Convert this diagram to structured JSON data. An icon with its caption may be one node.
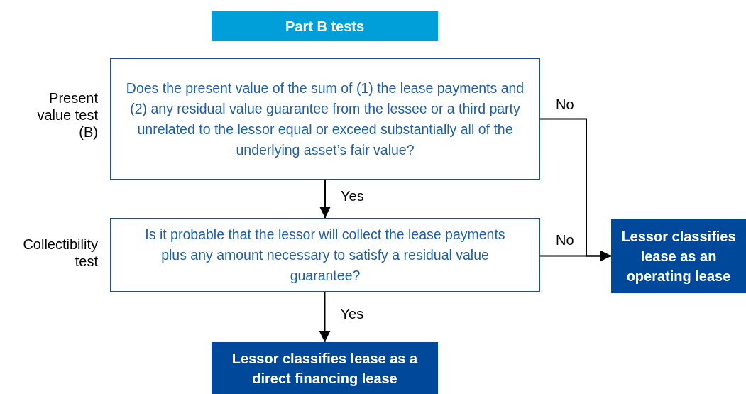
{
  "diagram": {
    "nodes": [
      {
        "text": [
          "Part B tests"
        ]
      },
      {
        "text": [
          "Does the present value of the sum of (1) the lease payments and (2) any residual value guarantee from the lessee or a third party unrelated to the lessor equal or exceed substantially all of the underlying asset’s fair value?"
        ],
        "beside": [
          "Present value test (B)"
        ]
      },
      {
        "text": [
          "Is it probable that the lessor will collect the lease payments plus any amount necessary to satisfy a residual value guarantee?"
        ],
        "beside": [
          "Collectibility test"
        ]
      },
      {
        "text": [
          "Lessor classifies lease as an operating lease"
        ]
      },
      {
        "text": [
          "Lessor classifies lease as a direct financing lease"
        ]
      }
    ],
    "edges": [
      {
        "from": 1,
        "to": 2,
        "arrow": "to",
        "label": "Yes"
      },
      {
        "from": 2,
        "to": 4,
        "arrow": "to",
        "label": "Yes"
      },
      {
        "from": 1,
        "to": 3,
        "arrow": "to",
        "label": "No"
      },
      {
        "from": 2,
        "to": 3,
        "arrow": "to",
        "label": "No"
      }
    ]
  }
}
